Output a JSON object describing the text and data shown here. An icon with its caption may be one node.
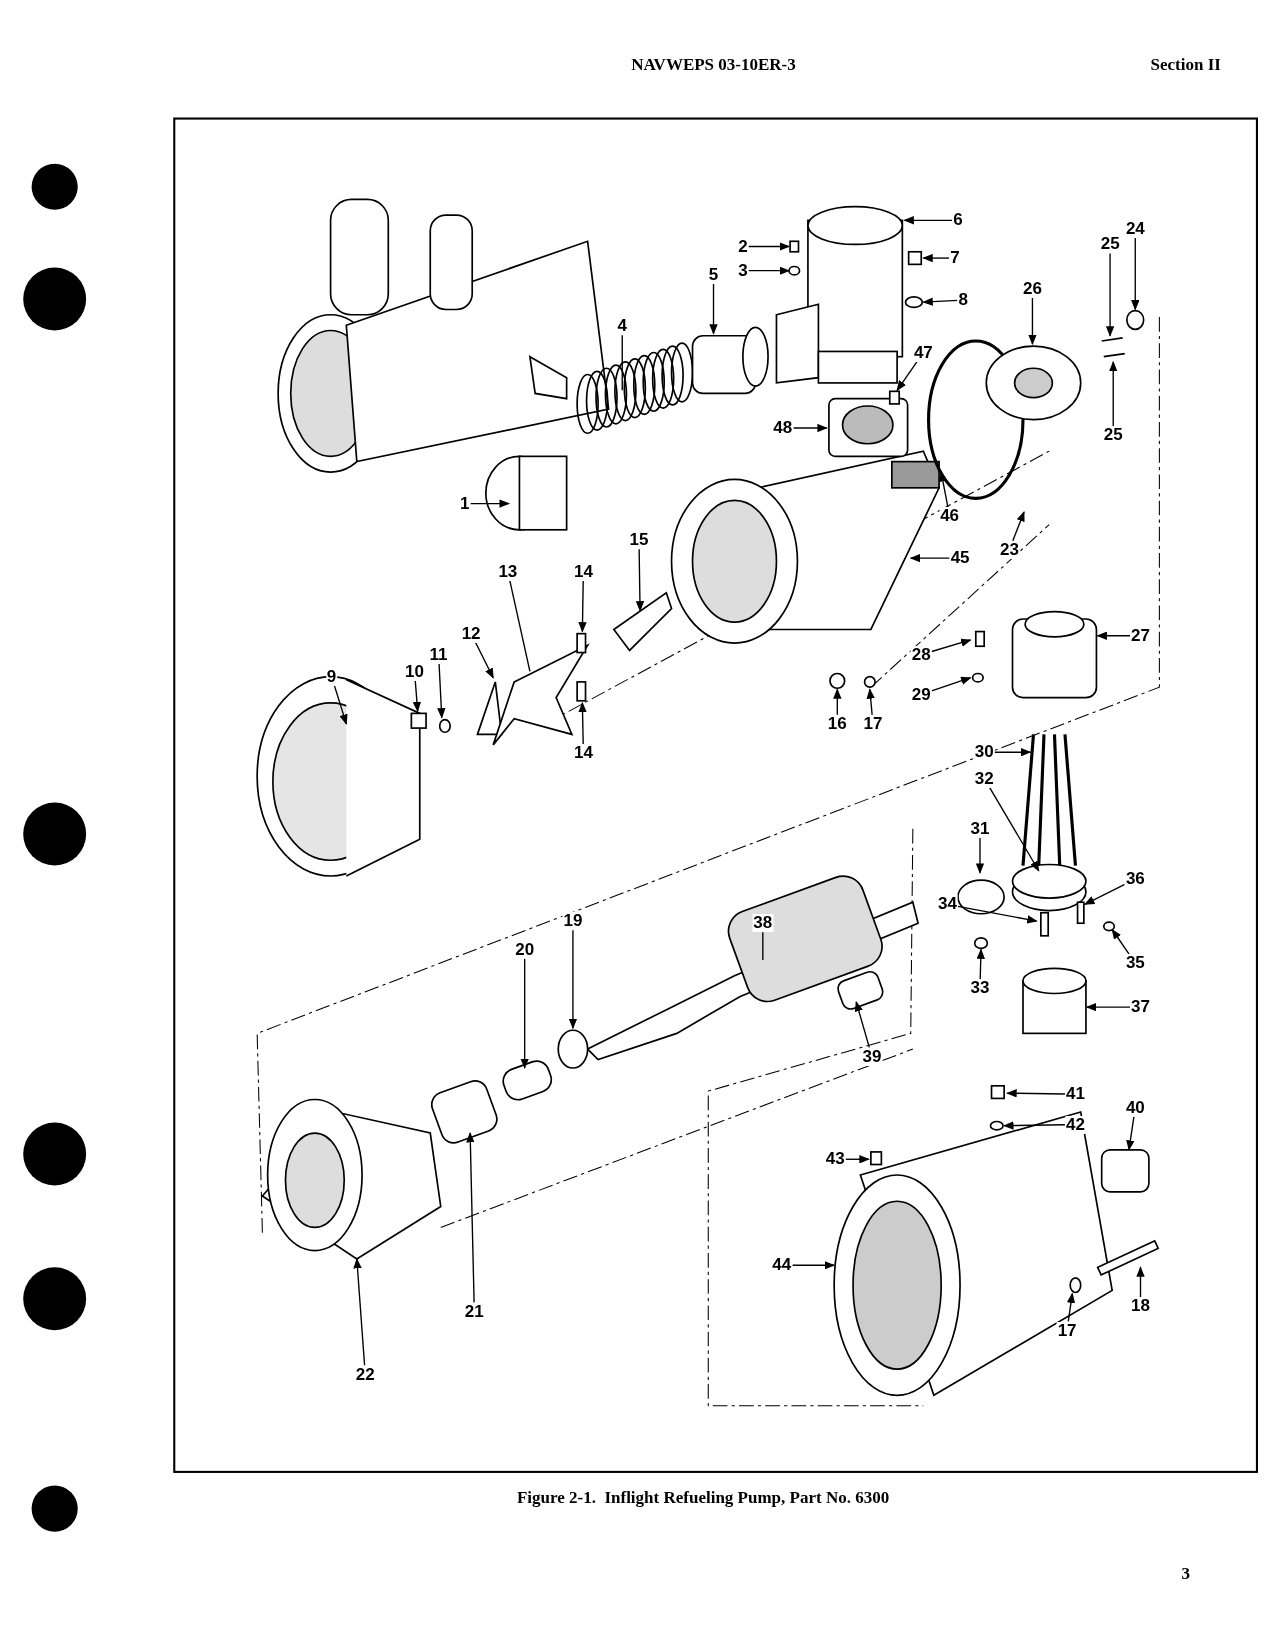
{
  "diagram": {
    "caption": "Figure 2-1.  Inflight Refueling Pump, Part No. 6300",
    "labels": [
      "NAVWEPS 03-10ER-3",
      "Section II",
      "3"
    ],
    "nodes": [
      {
        "text": [
          "1"
        ]
      },
      {
        "text": [
          "2"
        ]
      },
      {
        "text": [
          "3"
        ]
      },
      {
        "text": [
          "4"
        ]
      },
      {
        "text": [
          "5"
        ]
      },
      {
        "text": [
          "6"
        ]
      },
      {
        "text": [
          "7"
        ]
      },
      {
        "text": [
          "8"
        ]
      },
      {
        "text": [
          "9"
        ]
      },
      {
        "text": [
          "10"
        ]
      },
      {
        "text": [
          "11"
        ]
      },
      {
        "text": [
          "12"
        ]
      },
      {
        "text": [
          "13"
        ]
      },
      {
        "text": [
          "14"
        ]
      },
      {
        "text": [
          "14"
        ]
      },
      {
        "text": [
          "15"
        ]
      },
      {
        "text": [
          "16"
        ]
      },
      {
        "text": [
          "17"
        ]
      },
      {
        "text": [
          "17"
        ]
      },
      {
        "text": [
          "18"
        ]
      },
      {
        "text": [
          "19"
        ]
      },
      {
        "text": [
          "20"
        ]
      },
      {
        "text": [
          "21"
        ]
      },
      {
        "text": [
          "22"
        ]
      },
      {
        "text": [
          "23"
        ]
      },
      {
        "text": [
          "24"
        ]
      },
      {
        "text": [
          "25"
        ]
      },
      {
        "text": [
          "25"
        ]
      },
      {
        "text": [
          "26"
        ]
      },
      {
        "text": [
          "27"
        ]
      },
      {
        "text": [
          "28"
        ]
      },
      {
        "text": [
          "29"
        ]
      },
      {
        "text": [
          "30"
        ]
      },
      {
        "text": [
          "31"
        ]
      },
      {
        "text": [
          "32"
        ]
      },
      {
        "text": [
          "33"
        ]
      },
      {
        "text": [
          "34"
        ]
      },
      {
        "text": [
          "35"
        ]
      },
      {
        "text": [
          "36"
        ]
      },
      {
        "text": [
          "37"
        ]
      },
      {
        "text": [
          "38"
        ]
      },
      {
        "text": [
          "39"
        ]
      },
      {
        "text": [
          "40"
        ]
      },
      {
        "text": [
          "41"
        ]
      },
      {
        "text": [
          "42"
        ]
      },
      {
        "text": [
          "43"
        ]
      },
      {
        "text": [
          "44"
        ]
      },
      {
        "text": [
          "45"
        ]
      },
      {
        "text": [
          "46"
        ]
      },
      {
        "text": [
          "47"
        ]
      },
      {
        "text": [
          "48"
        ]
      }
    ],
    "edges": [
      {
        "from": 0,
        "to": null,
        "arrow": "to"
      },
      {
        "from": 1,
        "to": null,
        "arrow": "to"
      },
      {
        "from": 2,
        "to": null,
        "arrow": "to"
      },
      {
        "from": 3,
        "to": null,
        "arrow": "none"
      },
      {
        "from": 4,
        "to": null,
        "arrow": "to"
      },
      {
        "from": 5,
        "to": null,
        "arrow": "to"
      },
      {
        "from": 6,
        "to": null,
        "arrow": "to"
      },
      {
        "from": 7,
        "to": null,
        "arrow": "to"
      },
      {
        "from": 8,
        "to": null,
        "arrow": "to"
      },
      {
        "from": 9,
        "to": null,
        "arrow": "to"
      },
      {
        "from": 10,
        "to": null,
        "arrow": "to"
      },
      {
        "from": 11,
        "to": null,
        "arrow": "to"
      },
      {
        "from": 12,
        "to": null,
        "arrow": "none"
      },
      {
        "from": 13,
        "to": null,
        "arrow": "to"
      },
      {
        "from": 14,
        "to": null,
        "arrow": "to"
      },
      {
        "from": 15,
        "to": null,
        "arrow": "to"
      },
      {
        "from": 16,
        "to": null,
        "arrow": "to"
      },
      {
        "from": 17,
        "to": null,
        "arrow": "to"
      },
      {
        "from": 18,
        "to": null,
        "arrow": "to"
      },
      {
        "from": 19,
        "to": null,
        "arrow": "to"
      },
      {
        "from": 20,
        "to": null,
        "arrow": "to"
      },
      {
        "from": 21,
        "to": null,
        "arrow": "to"
      },
      {
        "from": 22,
        "to": null,
        "arrow": "to"
      },
      {
        "from": 23,
        "to": null,
        "arrow": "to"
      },
      {
        "from": 24,
        "to": null,
        "arrow": "to"
      },
      {
        "from": 25,
        "to": null,
        "arrow": "to"
      },
      {
        "from": 26,
        "to": null,
        "arrow": "to"
      },
      {
        "from": 27,
        "to": null,
        "arrow": "to"
      },
      {
        "from": 28,
        "to": null,
        "arrow": "to"
      },
      {
        "from": 29,
        "to": null,
        "arrow": "to"
      },
      {
        "from": 30,
        "to": null,
        "arrow": "to"
      },
      {
        "from": 31,
        "to": null,
        "arrow": "to"
      },
      {
        "from": 32,
        "to": null,
        "arrow": "to"
      },
      {
        "from": 33,
        "to": null,
        "arrow": "to"
      },
      {
        "from": 34,
        "to": null,
        "arrow": "to"
      },
      {
        "from": 35,
        "to": null,
        "arrow": "to"
      },
      {
        "from": 36,
        "to": null,
        "arrow": "to"
      },
      {
        "from": 37,
        "to": null,
        "arrow": "to"
      },
      {
        "from": 38,
        "to": null,
        "arrow": "to"
      },
      {
        "from": 39,
        "to": null,
        "arrow": "to"
      },
      {
        "from": 40,
        "to": null,
        "arrow": "none"
      },
      {
        "from": 41,
        "to": null,
        "arrow": "to"
      },
      {
        "from": 42,
        "to": null,
        "arrow": "to"
      },
      {
        "from": 43,
        "to": null,
        "arrow": "to"
      },
      {
        "from": 44,
        "to": null,
        "arrow": "to"
      },
      {
        "from": 45,
        "to": null,
        "arrow": "to"
      },
      {
        "from": 46,
        "to": null,
        "arrow": "to"
      },
      {
        "from": 47,
        "to": null,
        "arrow": "to"
      },
      {
        "from": 48,
        "to": null,
        "arrow": "to"
      },
      {
        "from": 49,
        "to": null,
        "arrow": "to"
      },
      {
        "from": 50,
        "to": null,
        "arrow": "to"
      }
    ]
  }
}
